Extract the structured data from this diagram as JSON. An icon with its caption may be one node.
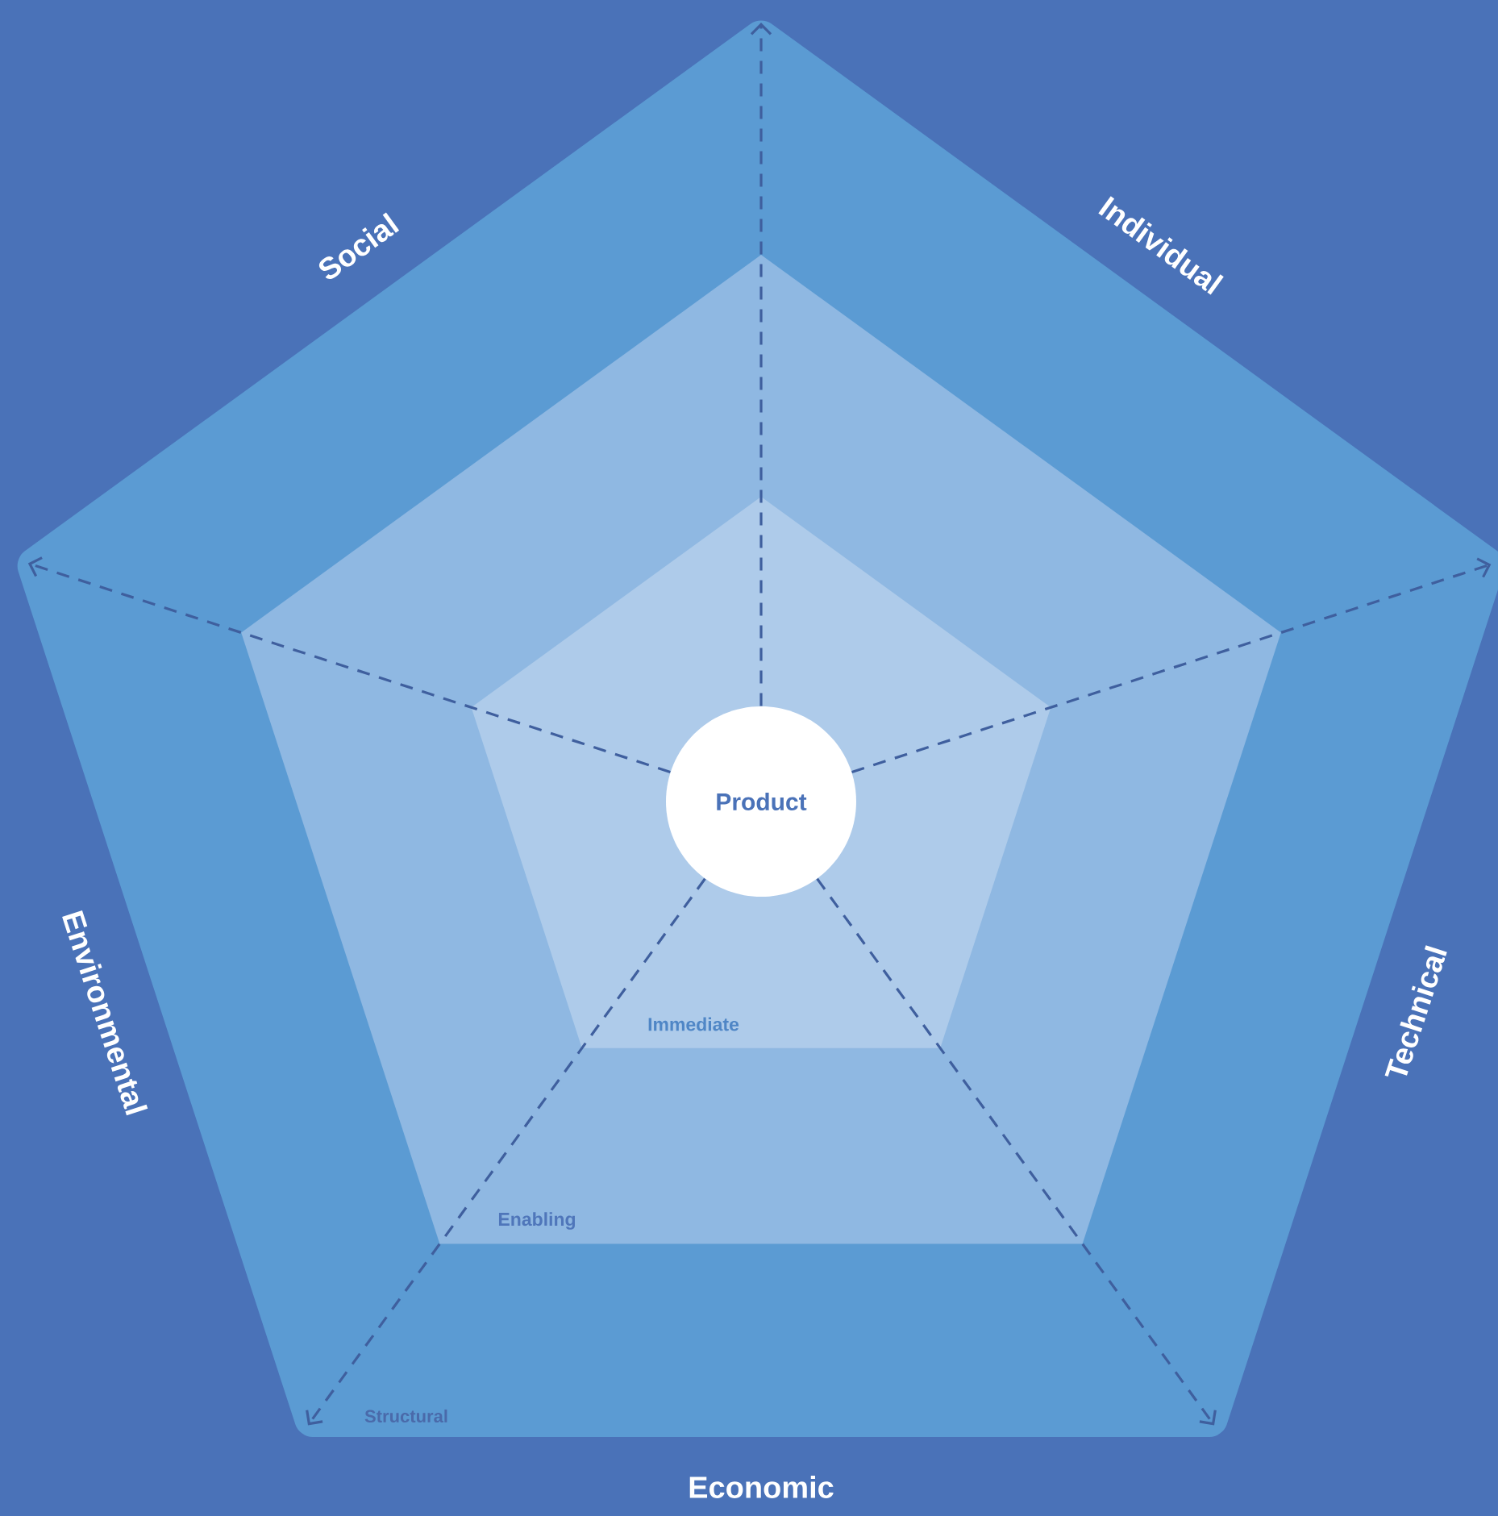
{
  "diagram": {
    "nodes": [
      {
        "text": [
          "Structural"
        ]
      },
      {
        "text": [
          "Enabling"
        ],
        "in": 0
      },
      {
        "text": [
          "Immediate"
        ],
        "in": 1
      },
      {
        "text": [
          "Product"
        ],
        "in": 2
      }
    ],
    "edges": [
      {
        "from": 3,
        "to": null,
        "arrow": "to",
        "style": "dashed"
      },
      {
        "from": 3,
        "to": null,
        "arrow": "to",
        "style": "dashed"
      },
      {
        "from": 3,
        "to": null,
        "arrow": "to",
        "style": "dashed"
      },
      {
        "from": 3,
        "to": null,
        "arrow": "to",
        "style": "dashed"
      },
      {
        "from": 3,
        "to": null,
        "arrow": "to",
        "style": "dashed"
      }
    ],
    "labels": [
      "Social",
      "Individual",
      "Environmental",
      "Technical",
      "Economic"
    ]
  }
}
